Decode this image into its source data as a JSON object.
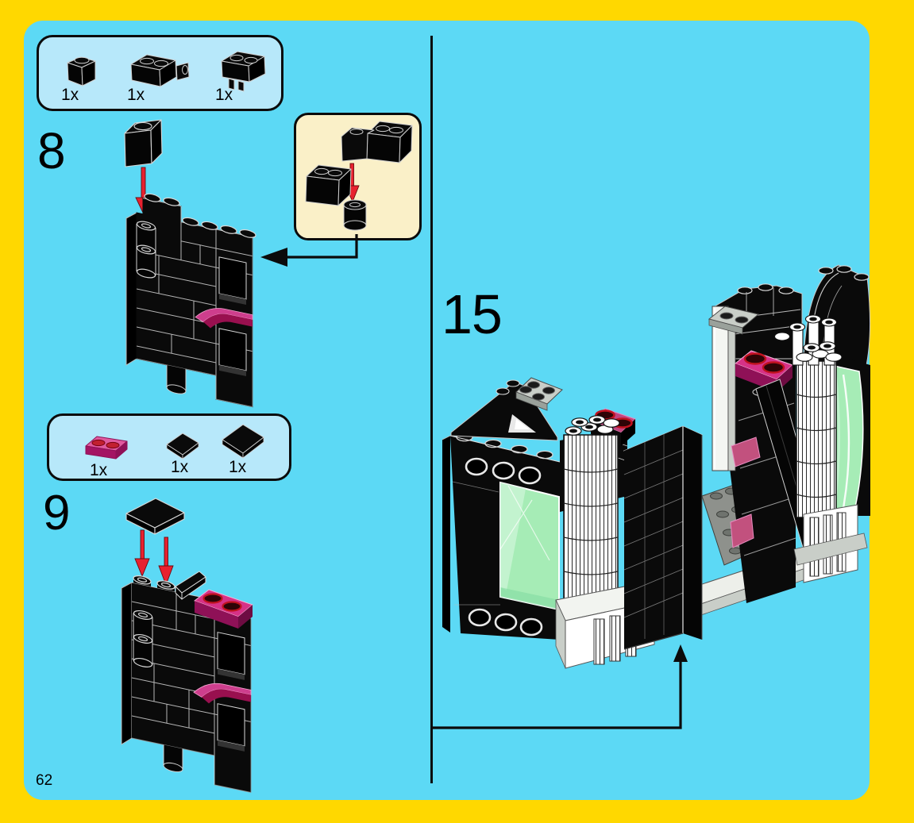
{
  "page": {
    "number": "62"
  },
  "colors": {
    "border_yellow": "#FFD800",
    "page_cyan": "#5CD9F5",
    "parts_box_blue": "#B7E8FA",
    "callout_cream": "#FAF0C8",
    "brick_black": "#0a0a0a",
    "arrow_red": "#E8212F",
    "accent_magenta": "#D63287",
    "stud_dark_red": "#2E0406",
    "window_green": "#A6ECB6",
    "plate_gray": "#C9CEC8"
  },
  "steps": [
    {
      "number": "8",
      "parts": [
        {
          "icon": "black-brick-1x1",
          "qty": "1x"
        },
        {
          "icon": "black-brick-1x2-side-stud",
          "qty": "1x"
        },
        {
          "icon": "black-brick-1x2-with-pin",
          "qty": "1x"
        }
      ]
    },
    {
      "number": "9",
      "parts": [
        {
          "icon": "magenta-plate-1x2",
          "qty": "1x"
        },
        {
          "icon": "black-tile-small",
          "qty": "1x"
        },
        {
          "icon": "black-tile-large",
          "qty": "1x"
        }
      ]
    },
    {
      "number": "15",
      "parts": []
    }
  ]
}
